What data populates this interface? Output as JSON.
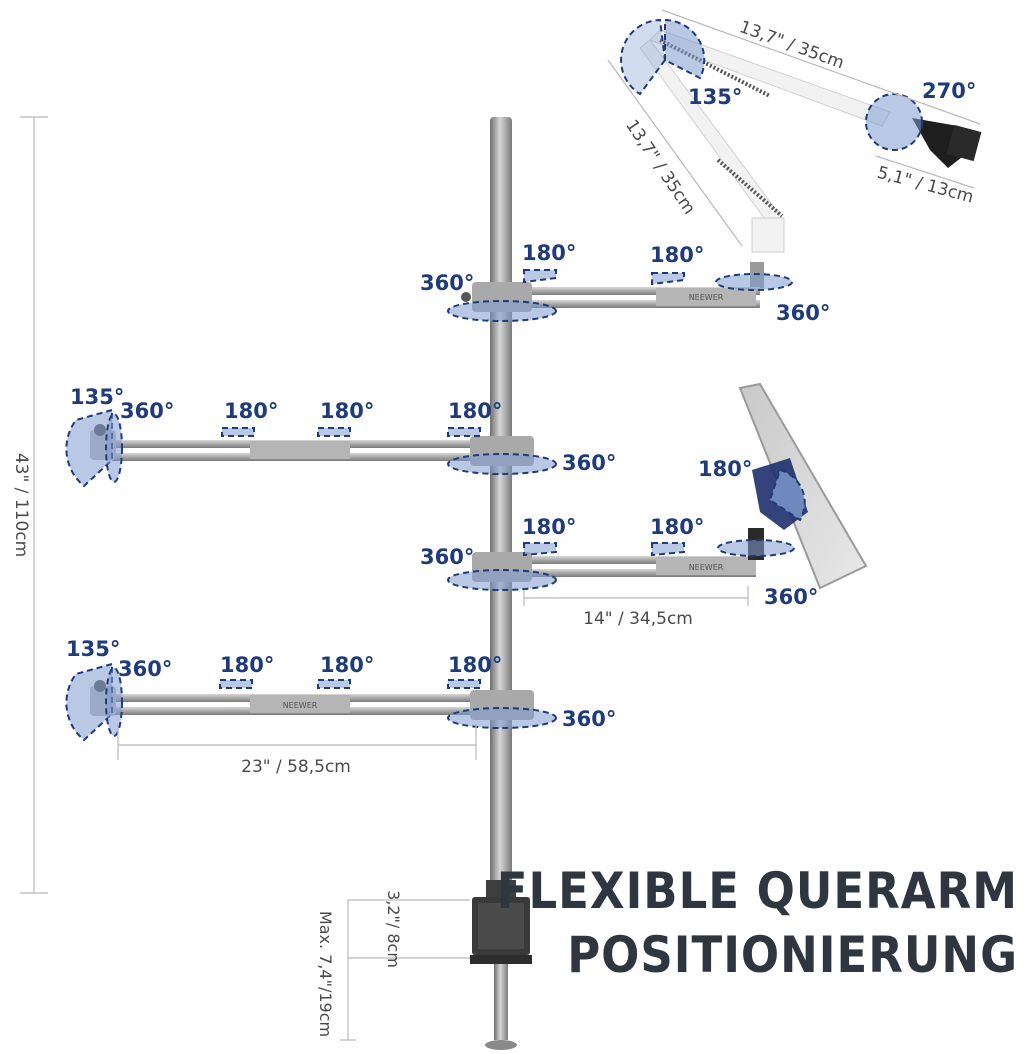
{
  "headline": {
    "line1": "FLEXIBLE QUERARM",
    "line2": "POSITIONIERUNG"
  },
  "brand": "NEEWER",
  "dimensions": {
    "height": "43\" / 110cm",
    "upper_arm": "13,7\" / 35cm",
    "lower_arm": "13,7\" / 35cm",
    "clamp_head": "5,1\" / 13cm",
    "short_arm": "14\" / 34,5cm",
    "long_arm": "23\" / 58,5cm",
    "clamp_gap": "3,2\"/ 8cm",
    "clamp_max": "Max. 7,4\"/19cm"
  },
  "angles": {
    "a135": "135°",
    "a180": "180°",
    "a270": "270°",
    "a360": "360°"
  },
  "colors": {
    "angle_text": "#1f3b7a",
    "angle_fill": "#7f9bd0",
    "headline": "#2f3640",
    "pole": "#8c8c8c"
  }
}
